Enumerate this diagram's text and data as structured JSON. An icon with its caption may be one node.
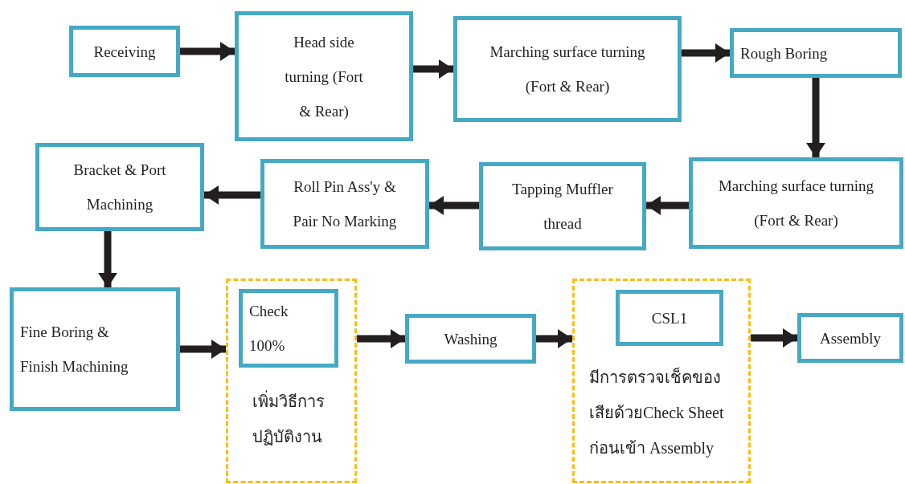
{
  "diagram": {
    "nodes": [
      {
        "text": [
          "Receiving"
        ]
      },
      {
        "text": [
          "Head side turning (Fort & Rear)"
        ]
      },
      {
        "text": [
          "Marching surface turning (Fort & Rear)"
        ]
      },
      {
        "text": [
          "Rough Boring"
        ]
      },
      {
        "text": [
          "Marching surface turning (Fort & Rear)"
        ]
      },
      {
        "text": [
          "Tapping Muffler thread"
        ]
      },
      {
        "text": [
          "Roll Pin Ass'y & Pair No Marking"
        ]
      },
      {
        "text": [
          "Bracket & Port Machining"
        ]
      },
      {
        "text": [
          "Fine Boring & Finish Machining"
        ]
      },
      {
        "text": [
          "เพิ่มวิธีการปฏิบัติงาน"
        ]
      },
      {
        "text": [
          "Check 100%"
        ],
        "in": 9
      },
      {
        "text": [
          "Washing"
        ]
      },
      {
        "text": [
          "มีการตรวจเช็คของเสียด้วยCheck Sheet ก่อนเข้า Assembly"
        ]
      },
      {
        "text": [
          "CSL1"
        ],
        "in": 12
      },
      {
        "text": [
          "Assembly"
        ]
      }
    ],
    "edges": [
      {
        "from": 0,
        "to": 1,
        "arrow": "to"
      },
      {
        "from": 1,
        "to": 2,
        "arrow": "to"
      },
      {
        "from": 2,
        "to": 3,
        "arrow": "to"
      },
      {
        "from": 3,
        "to": 4,
        "arrow": "to"
      },
      {
        "from": 4,
        "to": 5,
        "arrow": "to"
      },
      {
        "from": 5,
        "to": 6,
        "arrow": "to"
      },
      {
        "from": 6,
        "to": 7,
        "arrow": "to"
      },
      {
        "from": 7,
        "to": 8,
        "arrow": "to"
      },
      {
        "from": 8,
        "to": 9,
        "arrow": "to"
      },
      {
        "from": 9,
        "to": 11,
        "arrow": "to"
      },
      {
        "from": 11,
        "to": 12,
        "arrow": "to"
      },
      {
        "from": 12,
        "to": 14,
        "arrow": "to"
      }
    ]
  }
}
